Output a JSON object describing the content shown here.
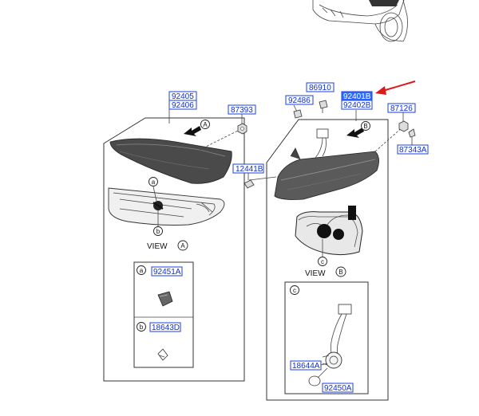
{
  "parts": {
    "p92405": "92405",
    "p92406": "92406",
    "p87393": "87393",
    "p12441b": "12441B",
    "p86910": "86910",
    "p92486": "92486",
    "p92401b": "92401B",
    "p92402b": "92402B",
    "p87126": "87126",
    "p87343a": "87343A",
    "p92451a": "92451A",
    "p18643d": "18643D",
    "p18644a": "18644A",
    "p92450a": "92450A"
  },
  "callouts": {
    "a": "a",
    "b": "b",
    "c": "c",
    "A": "A",
    "B": "B"
  },
  "views": {
    "view_word": "VIEW"
  },
  "colors": {
    "label_border": "#1f3fe0",
    "label_text": "#1030d0",
    "highlight_fill": "#2f6bff",
    "arrow_red": "#e01818"
  }
}
